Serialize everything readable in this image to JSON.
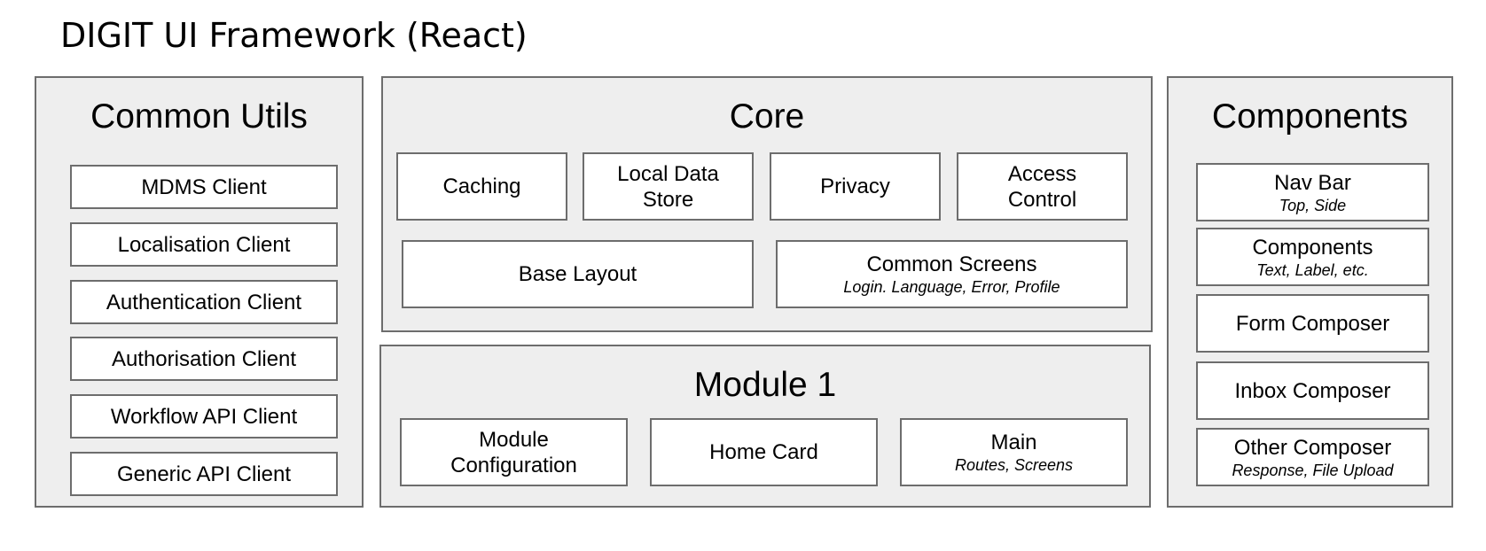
{
  "title": "DIGIT UI Framework (React)",
  "common_utils": {
    "title": "Common Utils",
    "items": [
      "MDMS Client",
      "Localisation Client",
      "Authentication Client",
      "Authorisation Client",
      "Workflow API Client",
      "Generic API Client"
    ]
  },
  "core": {
    "title": "Core",
    "row1": [
      {
        "line1": "Caching",
        "line2": ""
      },
      {
        "line1": "Local Data",
        "line2": "Store"
      },
      {
        "line1": "Privacy",
        "line2": ""
      },
      {
        "line1": "Access",
        "line2": "Control"
      }
    ],
    "base_layout": "Base Layout",
    "common_screens": {
      "label": "Common Screens",
      "sub": "Login. Language, Error, Profile"
    }
  },
  "module1": {
    "title": "Module 1",
    "module_configuration": {
      "line1": "Module",
      "line2": "Configuration"
    },
    "home_card": "Home Card",
    "main": {
      "label": "Main",
      "sub": "Routes, Screens"
    }
  },
  "components": {
    "title": "Components",
    "nav_bar": {
      "label": "Nav Bar",
      "sub": "Top, Side"
    },
    "components_box": {
      "label": "Components",
      "sub": "Text, Label, etc."
    },
    "form_composer": "Form Composer",
    "inbox_composer": "Inbox Composer",
    "other_composer": {
      "label": "Other Composer",
      "sub": "Response, File Upload"
    }
  }
}
